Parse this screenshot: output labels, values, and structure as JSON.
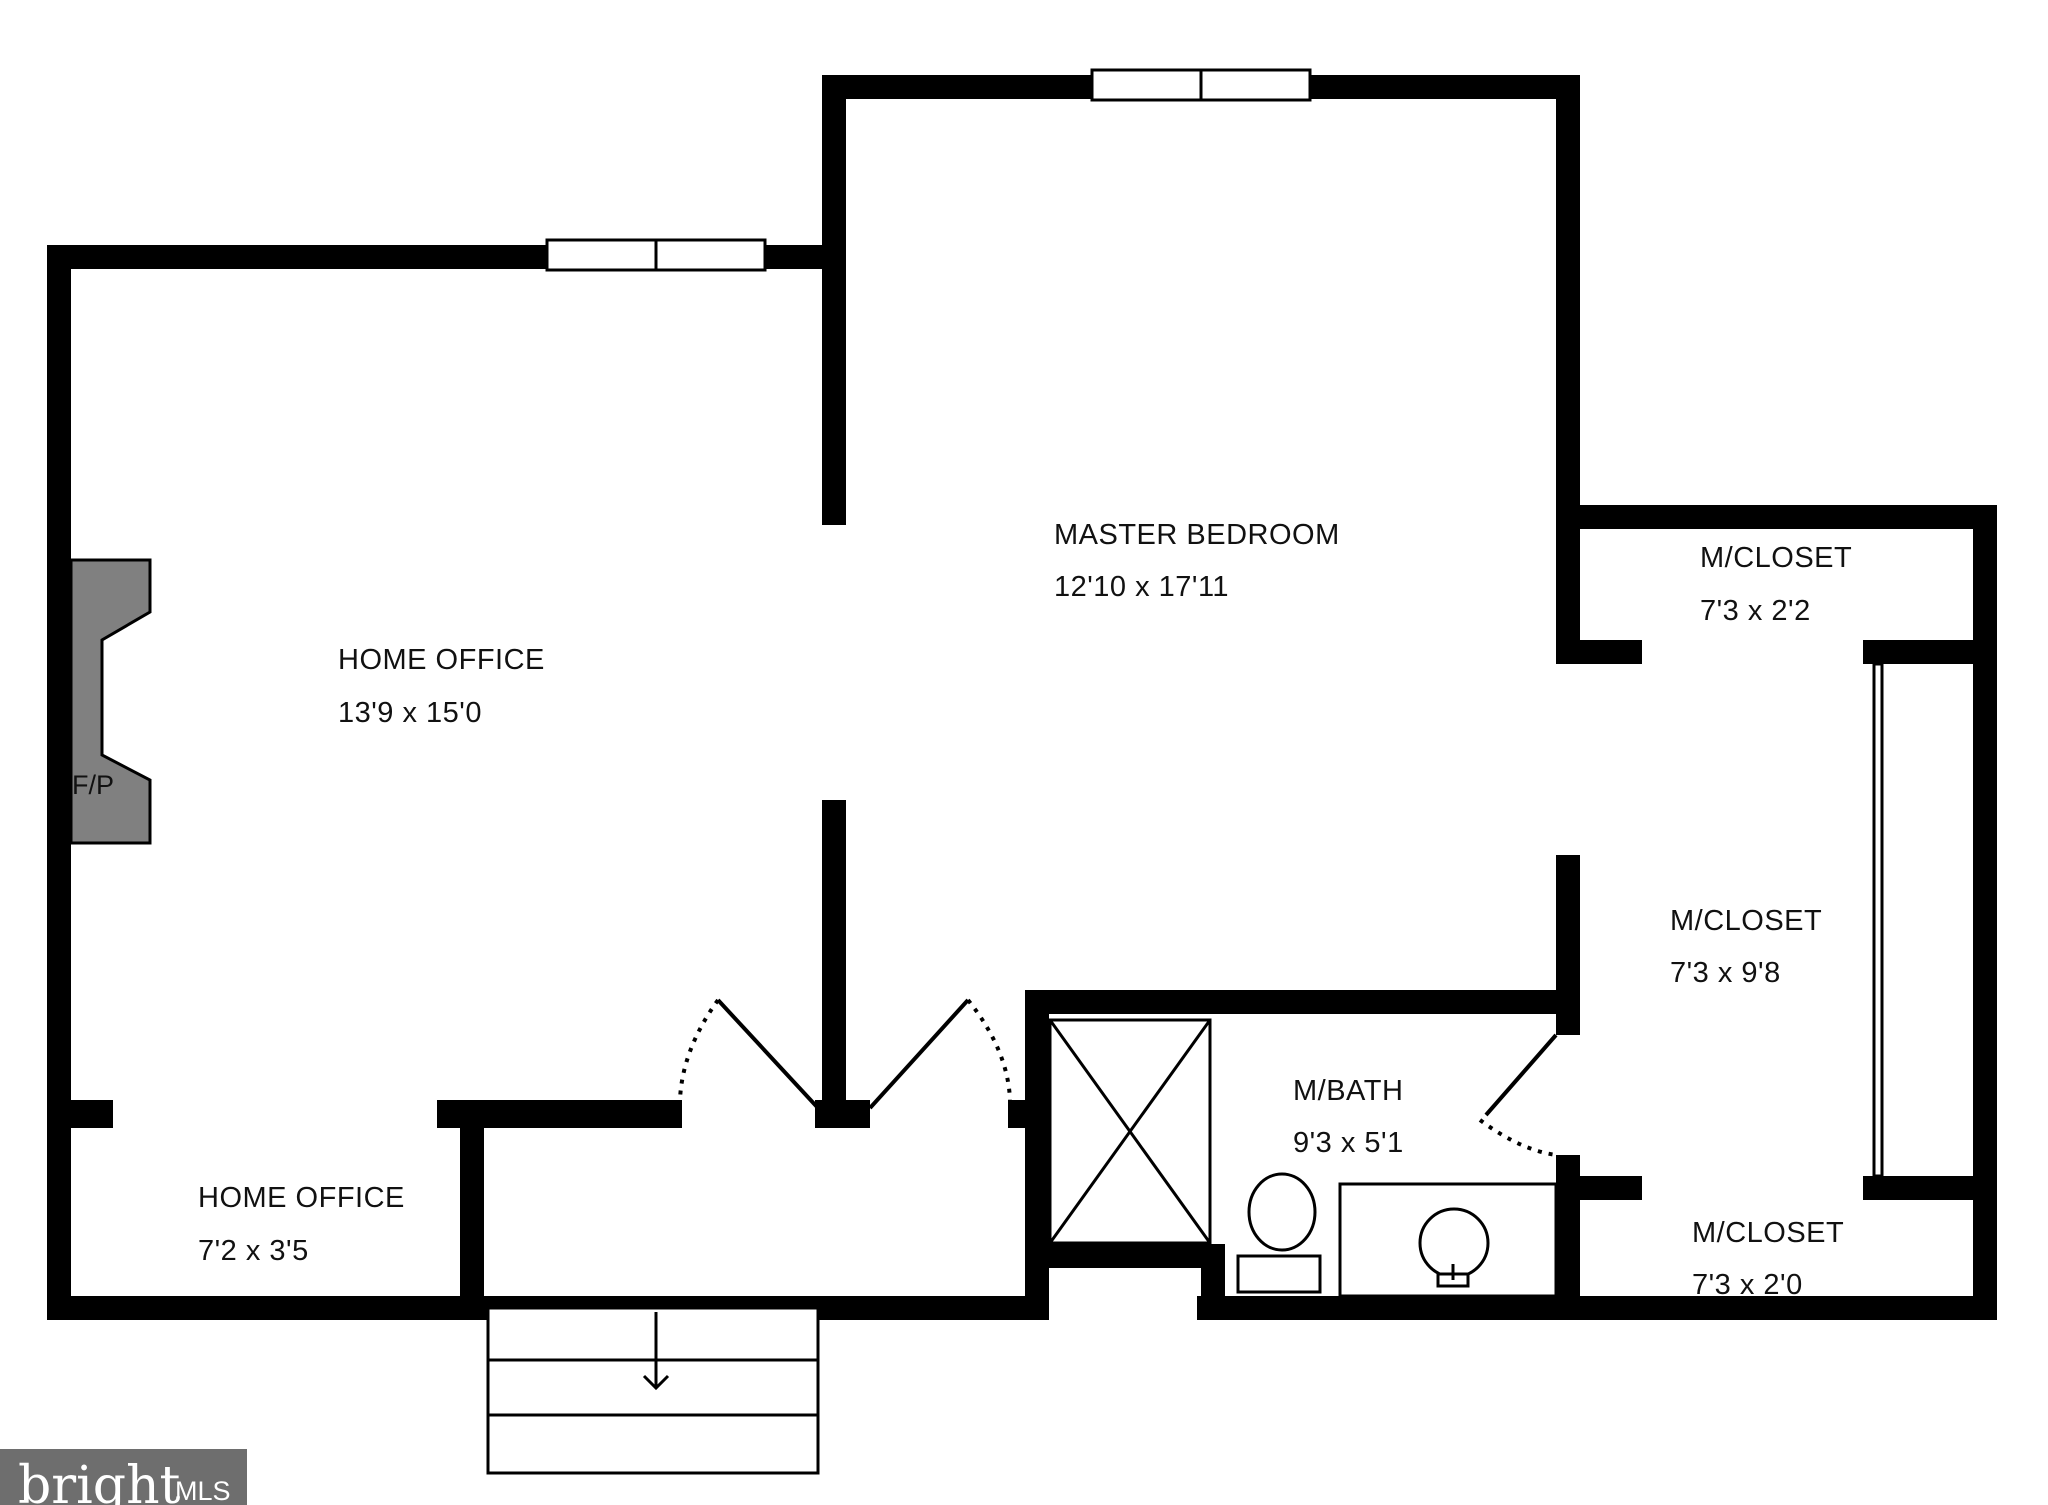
{
  "rooms": [
    {
      "name": "MASTER BEDROOM",
      "dims": "12'10 x 17'11"
    },
    {
      "name": "HOME OFFICE",
      "dims": "13'9 x 15'0"
    },
    {
      "name": "HOME OFFICE",
      "dims": "7'2 x 3'5"
    },
    {
      "name": "M/CLOSET",
      "dims": "7'3 x 2'2"
    },
    {
      "name": "M/CLOSET",
      "dims": "7'3 x 9'8"
    },
    {
      "name": "M/BATH",
      "dims": "9'3 x 5'1"
    },
    {
      "name": "M/CLOSET",
      "dims": "7'3 x 2'0"
    }
  ],
  "fireplace_label": "F/P",
  "watermark": {
    "brand": "bright",
    "suffix": "MLS"
  },
  "colors": {
    "wall": "#000000",
    "fireplace": "#808080",
    "background": "#ffffff",
    "watermark_bg": "#555555"
  }
}
